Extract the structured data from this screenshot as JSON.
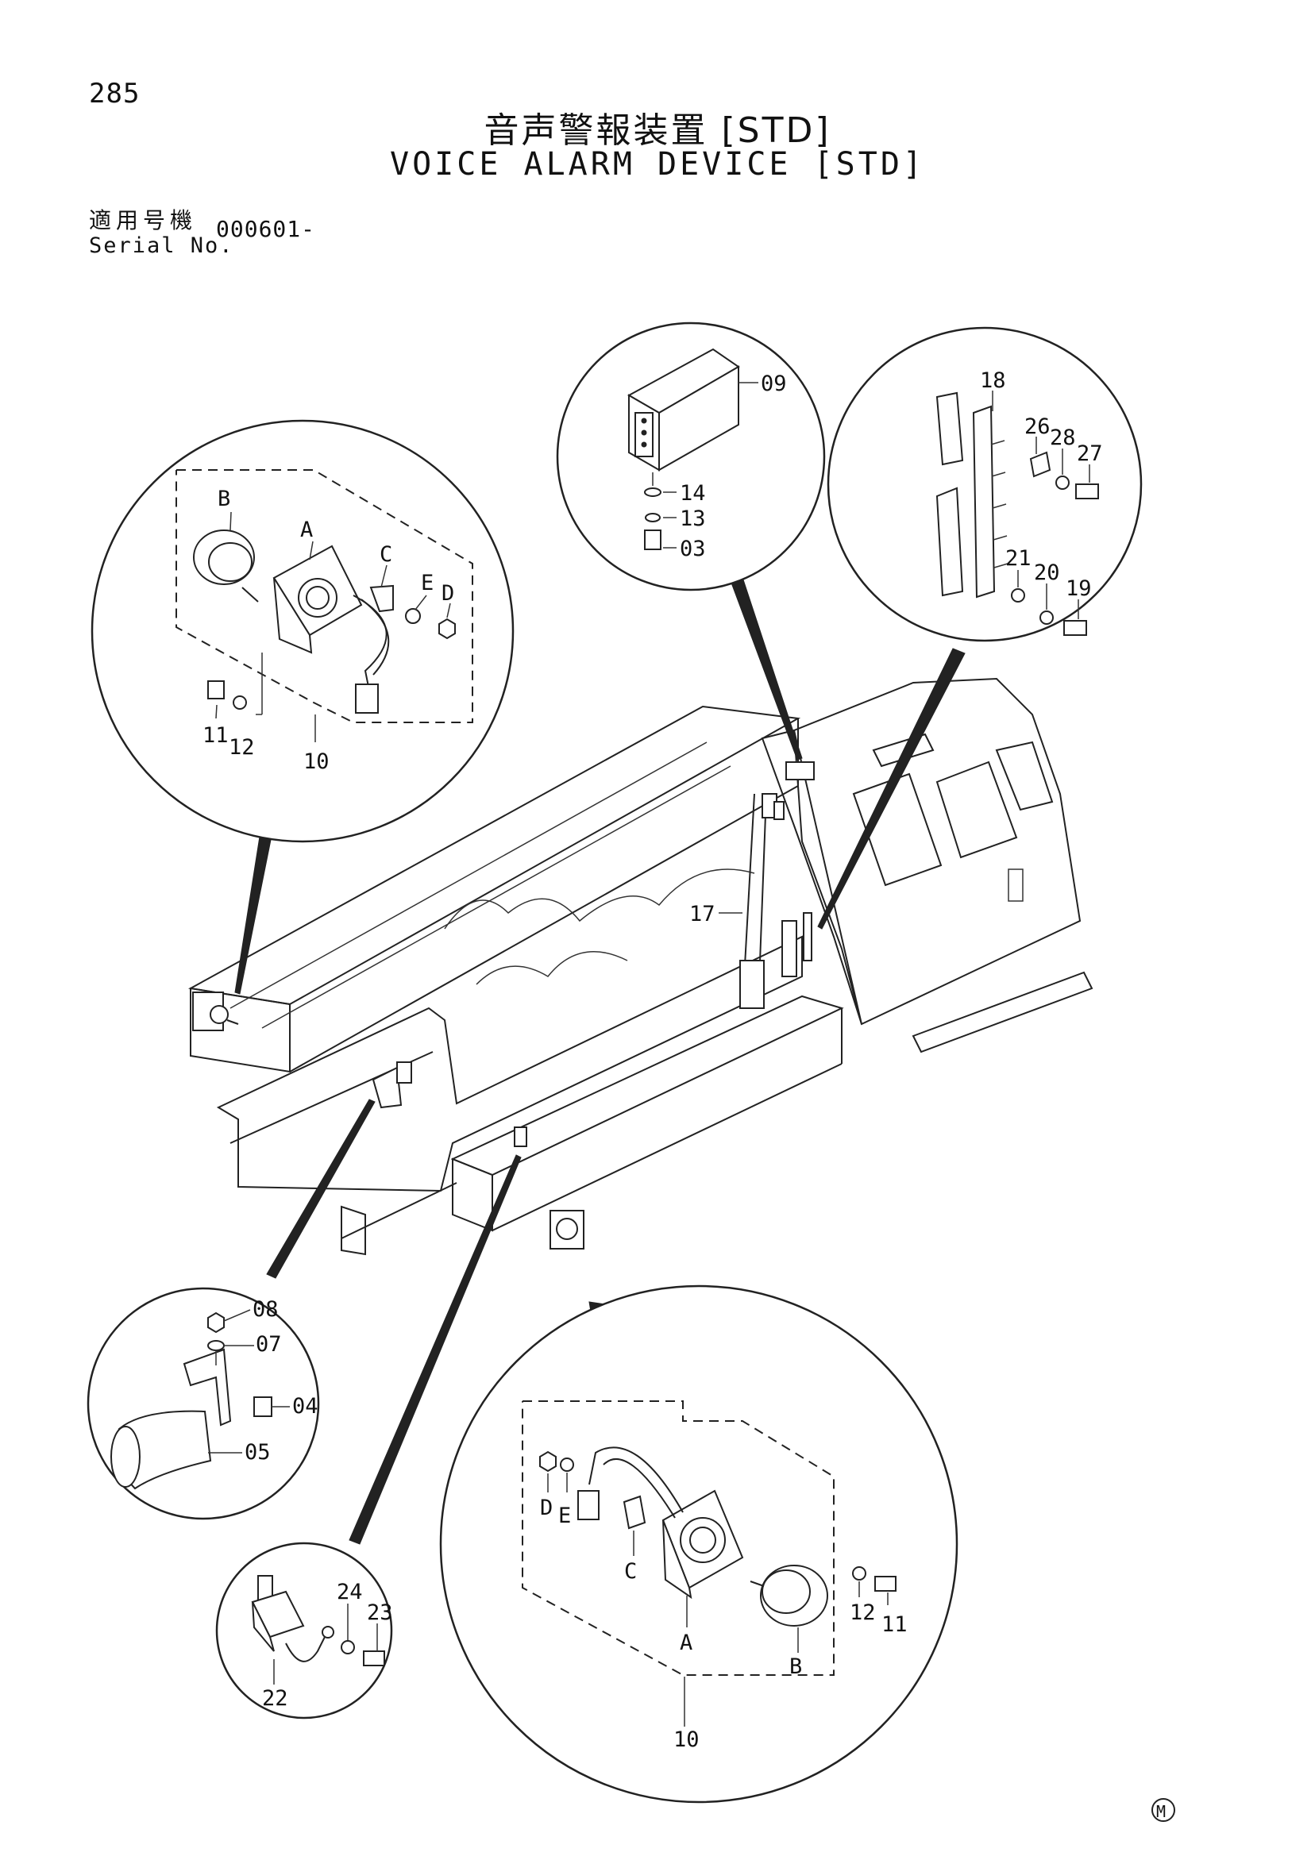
{
  "page": {
    "number": "285",
    "title_ja": "音声警報装置 [STD]",
    "title_en": "VOICE ALARM DEVICE [STD]",
    "serial_label_ja": "適用号機",
    "serial_label_en": "Serial No.",
    "serial_value": "000601-",
    "mark": "M"
  },
  "callouts": {
    "upper_left": [
      "B",
      "A",
      "C",
      "E",
      "D",
      "11",
      "12",
      "10"
    ],
    "controller": [
      "09",
      "14",
      "13",
      "03"
    ],
    "bracket": [
      "18",
      "26",
      "28",
      "27",
      "21",
      "20",
      "19"
    ],
    "machine": [
      "17"
    ],
    "horn": [
      "08",
      "07",
      "04",
      "05"
    ],
    "relay": [
      "24",
      "23",
      "22"
    ],
    "lower_right": [
      "D",
      "E",
      "C",
      "A",
      "12",
      "11",
      "B",
      "10"
    ]
  }
}
